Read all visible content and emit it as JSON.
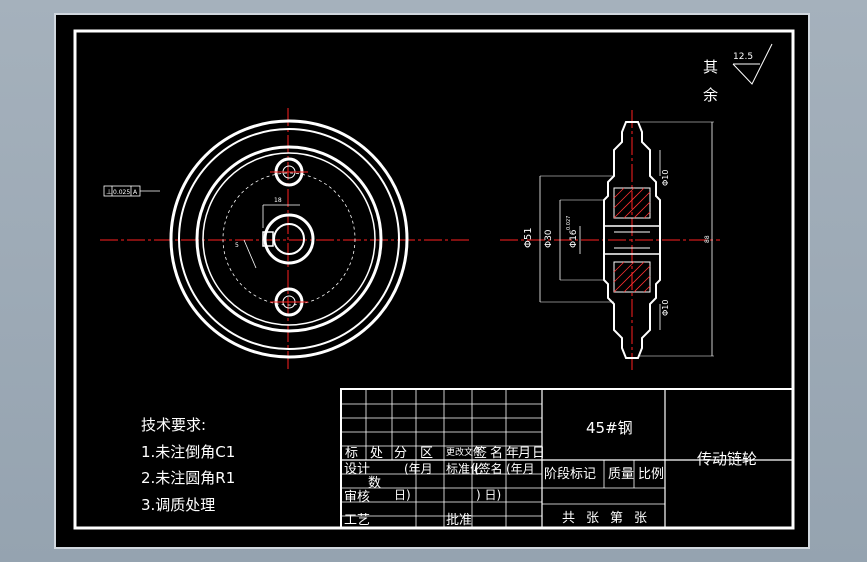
{
  "tech_requirements": {
    "title": "技术要求:",
    "items": [
      "1.未注倒角C1",
      "2.未注圆角R1",
      "3.调质处理"
    ]
  },
  "surface_finish": {
    "label_line1": "其",
    "label_line2": "余",
    "value": "12.5"
  },
  "tolerance_frame": {
    "symbol": "⊥",
    "value": "0.025",
    "datum": "A"
  },
  "dimensions": {
    "phi51": "Φ51",
    "phi30": "Φ30",
    "phi16": "Φ16",
    "phi16_tol": "0.027",
    "phi10_top": "Φ10",
    "phi10_bottom": "Φ10",
    "keyway_width": "18",
    "key_small": "5",
    "total_length": "88"
  },
  "title_block": {
    "material": "45#钢",
    "part_name": "传动链轮",
    "headers_row1": [
      "标",
      "处",
      "分",
      "区",
      "更改文件",
      "签",
      "名",
      "年",
      "月",
      "日"
    ],
    "label_sheji": "设计",
    "label_jiaodui": "审核",
    "label_gongyi": "工艺",
    "label_biaozhunhua": "标准化",
    "label_pizhun": "批准",
    "label_nian": "(年月",
    "label_qianming": "(签名",
    "label_nianyueri": "(年月",
    "label_ri": "日)",
    "label_ri2": ") 日)",
    "label_shu": "数",
    "label_jieduan": "阶段标记",
    "label_zhongliang": "质量",
    "label_bili": "比例",
    "label_gongzhang": "共",
    "label_zhang": "张",
    "label_di": "第",
    "label_zhang2": "张"
  }
}
